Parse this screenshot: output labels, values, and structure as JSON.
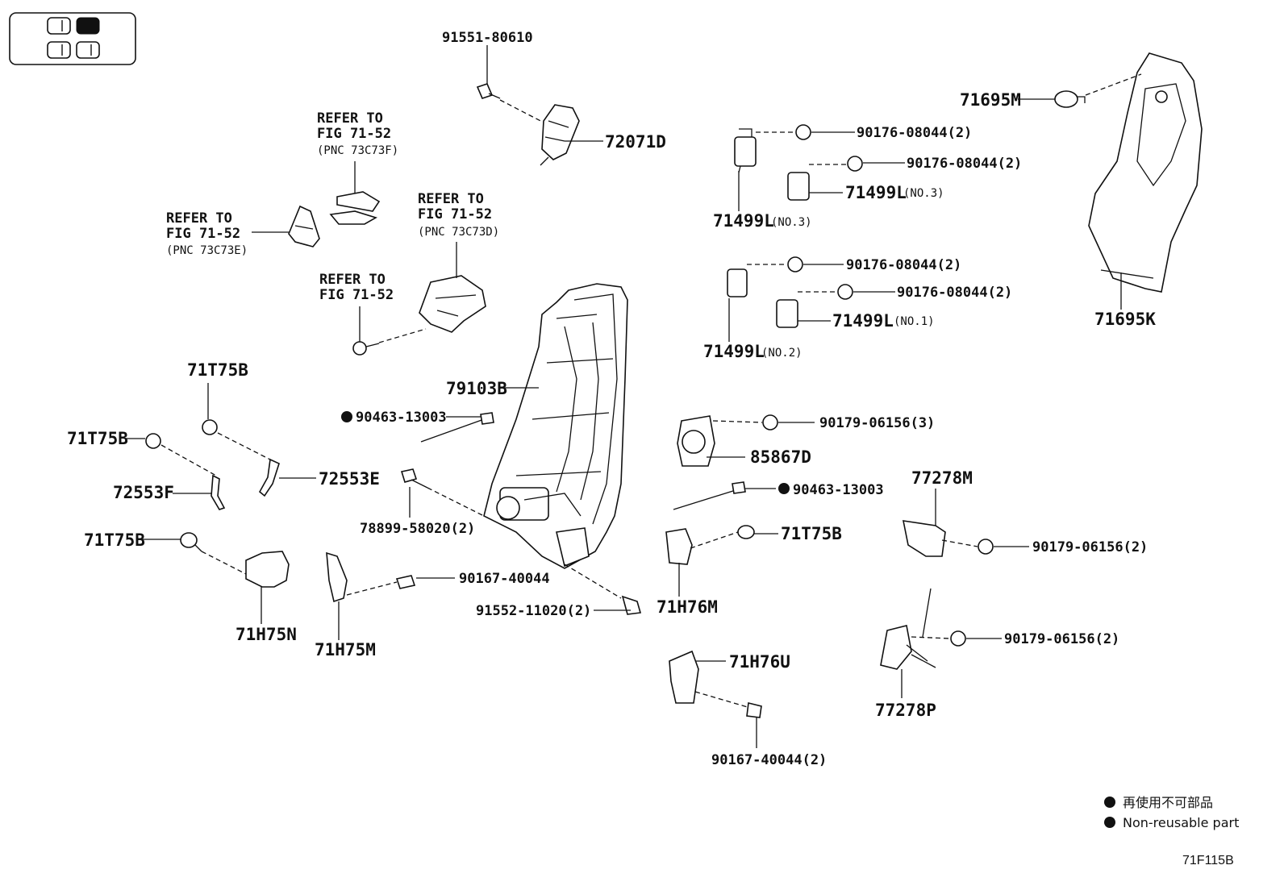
{
  "view_indicator": {
    "cells": [
      "front-left",
      "front-right",
      "rear-left",
      "rear-right"
    ],
    "highlighted": "front-right"
  },
  "refer_notes": {
    "a": {
      "line1": "REFER TO",
      "line2": "FIG 71-52",
      "line3": "(PNC 73C73F)"
    },
    "b": {
      "line1": "REFER TO",
      "line2": "FIG 71-52",
      "line3": "(PNC 73C73E)"
    },
    "c": {
      "line1": "REFER TO",
      "line2": "FIG 71-52",
      "line3": "(PNC 73C73D)"
    },
    "d": {
      "line1": "REFER TO",
      "line2": "FIG 71-52"
    }
  },
  "labels": {
    "p91551_80610": "91551-80610",
    "p72071D": "72071D",
    "p90176_a": "90176-08044(2)",
    "p90176_b": "90176-08044(2)",
    "p90176_c": "90176-08044(2)",
    "p90176_d": "90176-08044(2)",
    "p71499L_a": "71499L",
    "p71499L_a_note": "(NO.3)",
    "p71499L_b": "71499L",
    "p71499L_b_note": "(NO.3)",
    "p71499L_c": "71499L",
    "p71499L_c_note": "(NO.1)",
    "p71499L_d": "71499L",
    "p71499L_d_note": "(NO.2)",
    "p71695M": "71695M",
    "p71695K": "71695K",
    "p79103B": "79103B",
    "p90463_a": "90463-13003",
    "p90463_b": "90463-13003",
    "p71T75B_a": "71T75B",
    "p71T75B_b": "71T75B",
    "p71T75B_c": "71T75B",
    "p71T75B_d": "71T75B",
    "p72553E": "72553E",
    "p72553F": "72553F",
    "p78899": "78899-58020(2)",
    "p90167_a": "90167-40044",
    "p90167_b": "90167-40044(2)",
    "p91552": "91552-11020(2)",
    "p71H75N": "71H75N",
    "p71H75M": "71H75M",
    "p71H76M": "71H76M",
    "p71H76U": "71H76U",
    "p90179_a": "90179-06156(3)",
    "p90179_b": "90179-06156(2)",
    "p90179_c": "90179-06156(2)",
    "p85867D": "85867D",
    "p77278M": "77278M",
    "p77278P": "77278P"
  },
  "legend": {
    "jp": "再使用不可部品",
    "en": "Non-reusable part"
  },
  "figure_code": "71F115B"
}
